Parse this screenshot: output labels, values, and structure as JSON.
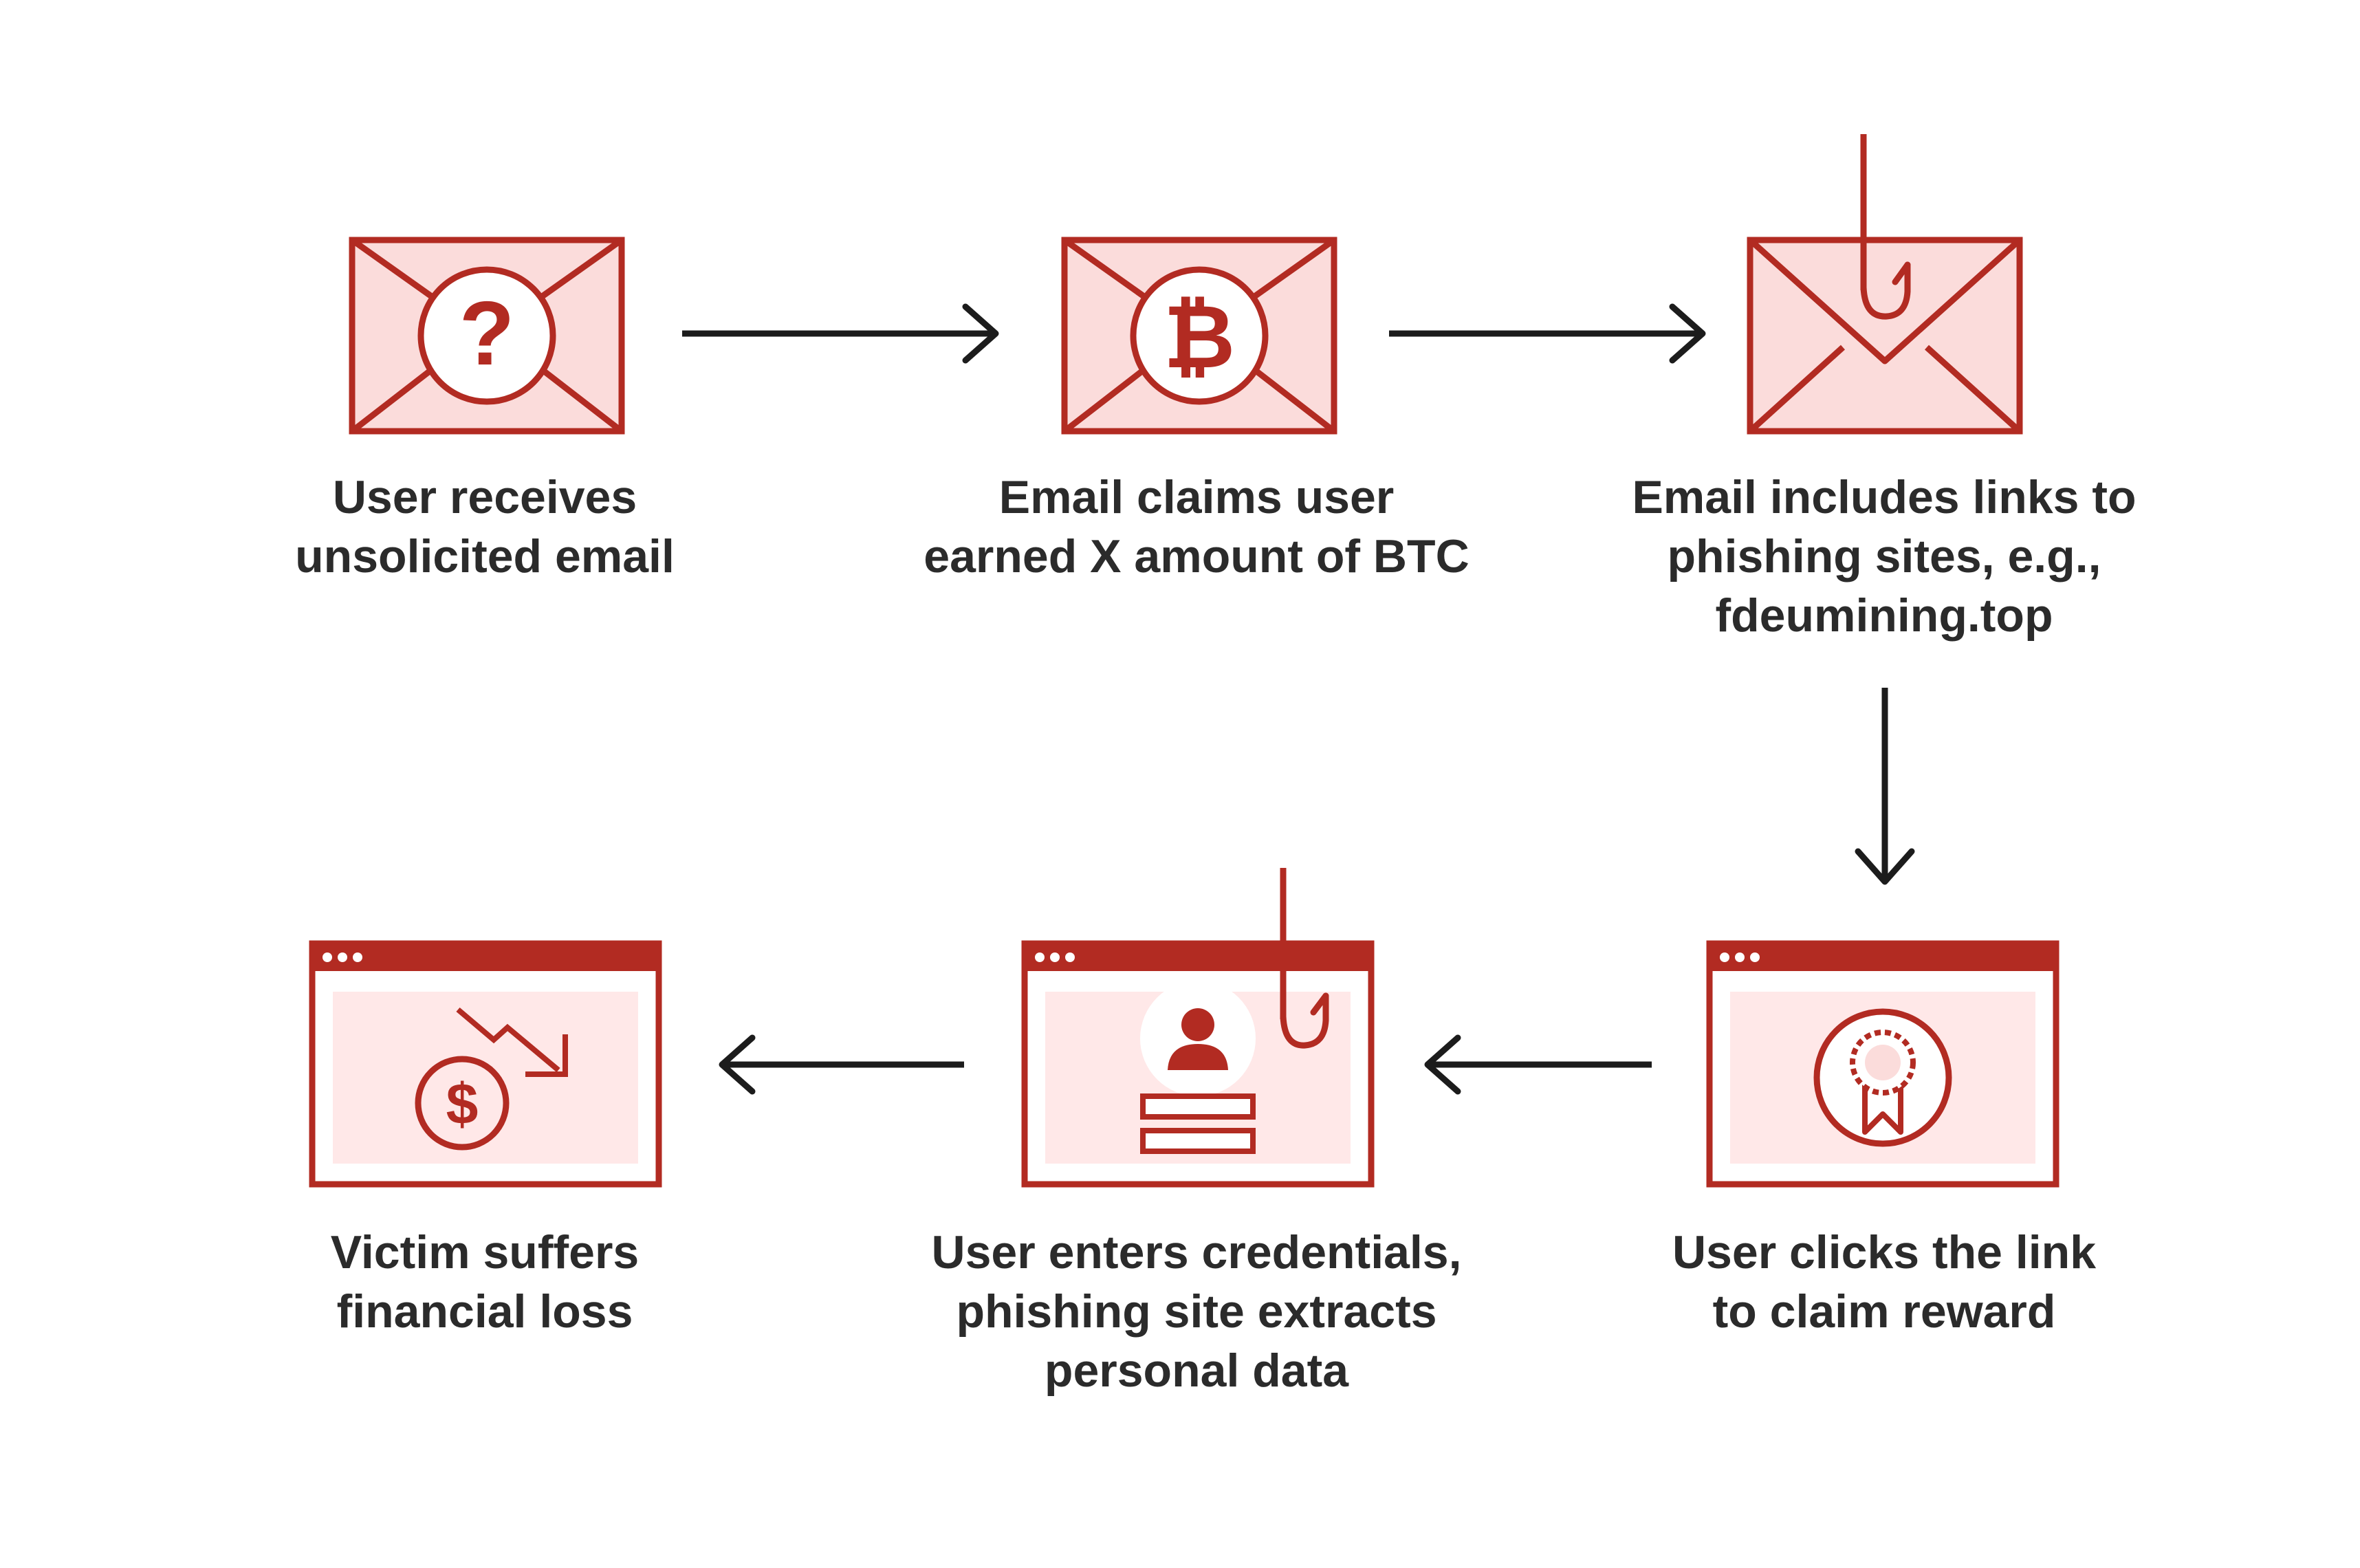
{
  "colors": {
    "accent": "#b22b22",
    "fill": "#fbdcdb",
    "panel": "#ffe8e8",
    "arrow": "#1c1c1c",
    "text": "#2b2b2b",
    "background": "#ffffff"
  },
  "steps": [
    {
      "id": "step-1",
      "icon": "email-question-icon",
      "caption": "User receives\nunsolicited email"
    },
    {
      "id": "step-2",
      "icon": "email-bitcoin-icon",
      "caption": "Email claims user\nearned X amount of BTC"
    },
    {
      "id": "step-3",
      "icon": "email-phishing-hook-icon",
      "caption": "Email includes links to\nphishing sites, e.g.,\nfdeumining.top"
    },
    {
      "id": "step-4",
      "icon": "browser-reward-badge-icon",
      "caption": "User clicks the link\nto claim reward"
    },
    {
      "id": "step-5",
      "icon": "browser-credentials-hook-icon",
      "caption": "User enters credentials,\nphishing site extracts\npersonal data"
    },
    {
      "id": "step-6",
      "icon": "browser-financial-loss-icon",
      "caption": "Victim suffers\nfinancial loss"
    }
  ],
  "icon_glyphs": {
    "question": "?",
    "bitcoin": "₿",
    "dollar": "$"
  }
}
